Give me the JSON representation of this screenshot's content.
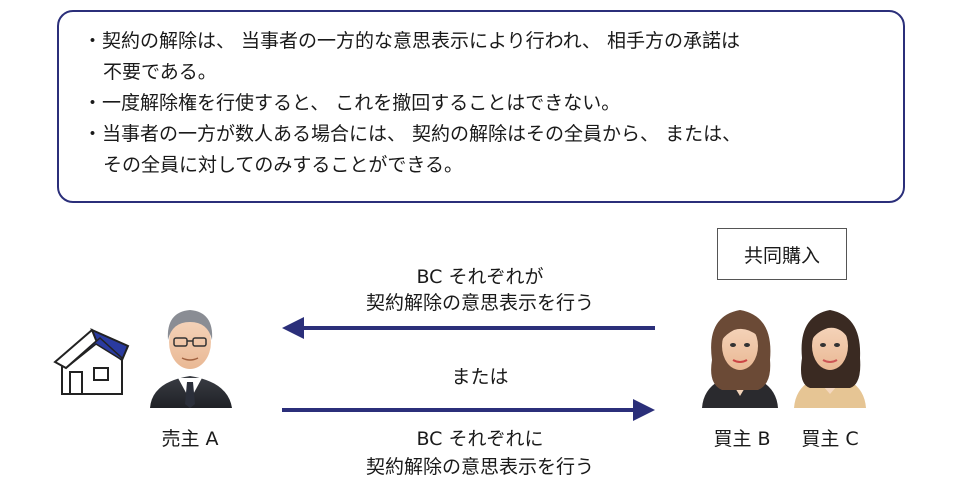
{
  "rules": [
    "・契約の解除は、 当事者の一方的な意思表示により行われ、 相手方の承諾は",
    "不要である。",
    "・一度解除権を行使すると、 これを撤回することはできない。",
    "・当事者の一方が数人ある場合には、 契約の解除はその全員から、 または、",
    "その全員に対してのみすることができる。"
  ],
  "joint_purchase_label": "共同購入",
  "arrow_top": {
    "line1": "BC それぞれが",
    "line2": "契約解除の意思表示を行う"
  },
  "or_label": "または",
  "arrow_bottom": {
    "line1": "BC それぞれに",
    "line2": "契約解除の意思表示を行う"
  },
  "people": {
    "seller": "売主 A",
    "buyer_b": "買主 B",
    "buyer_c": "買主 C"
  },
  "colors": {
    "accent": "#2b2f7a",
    "house_roof": "#2a3ba0"
  }
}
